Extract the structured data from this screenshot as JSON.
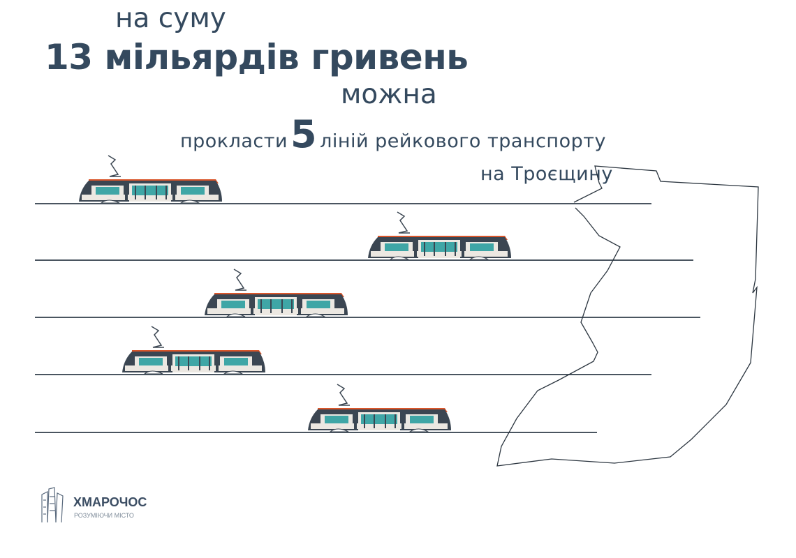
{
  "headline": {
    "line1": "на суму",
    "line2": "13 мільярдів гривень",
    "line3": "можна",
    "line4_pre": "прокласти",
    "line4_number": "5",
    "line4_post": "ліній рейкового транспорту",
    "line5": "на Троєщину"
  },
  "lines_count": 5,
  "logo": {
    "name": "ХМАРОЧОС",
    "tagline": "РОЗУМІЮЧИ МІСТО"
  },
  "colors": {
    "text": "#34495e",
    "tram_roof": "#d9562b",
    "tram_body": "#3b4652",
    "tram_window": "#3fa6a6",
    "rail": "#4a5560"
  }
}
